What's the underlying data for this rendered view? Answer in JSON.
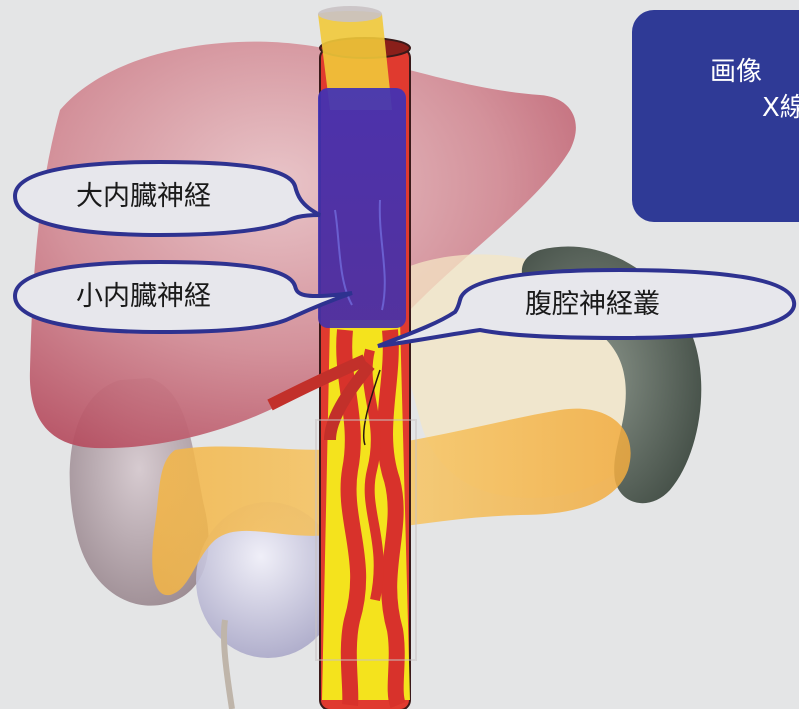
{
  "labels": {
    "greater_splanchnic": "大内臓神経",
    "lesser_splanchnic": "小内臓神経",
    "celiac_plexus": "腹腔神経叢"
  },
  "info_box": {
    "line1": "画像",
    "line2": "X線"
  },
  "colors": {
    "background": "#e4e5e6",
    "liver": "#c96b7a",
    "aorta": "#e0342e",
    "nerve_tissue": "#f6f01a",
    "spleen": "#5f6b60",
    "pancreas": "#f5b54a",
    "kidney": "#b7a6b0",
    "stomach_area": "#f4e8c8",
    "needle_overlay": "#3a2fa0",
    "info_box": "#2f3a96",
    "callout_border": "#2e3290"
  }
}
